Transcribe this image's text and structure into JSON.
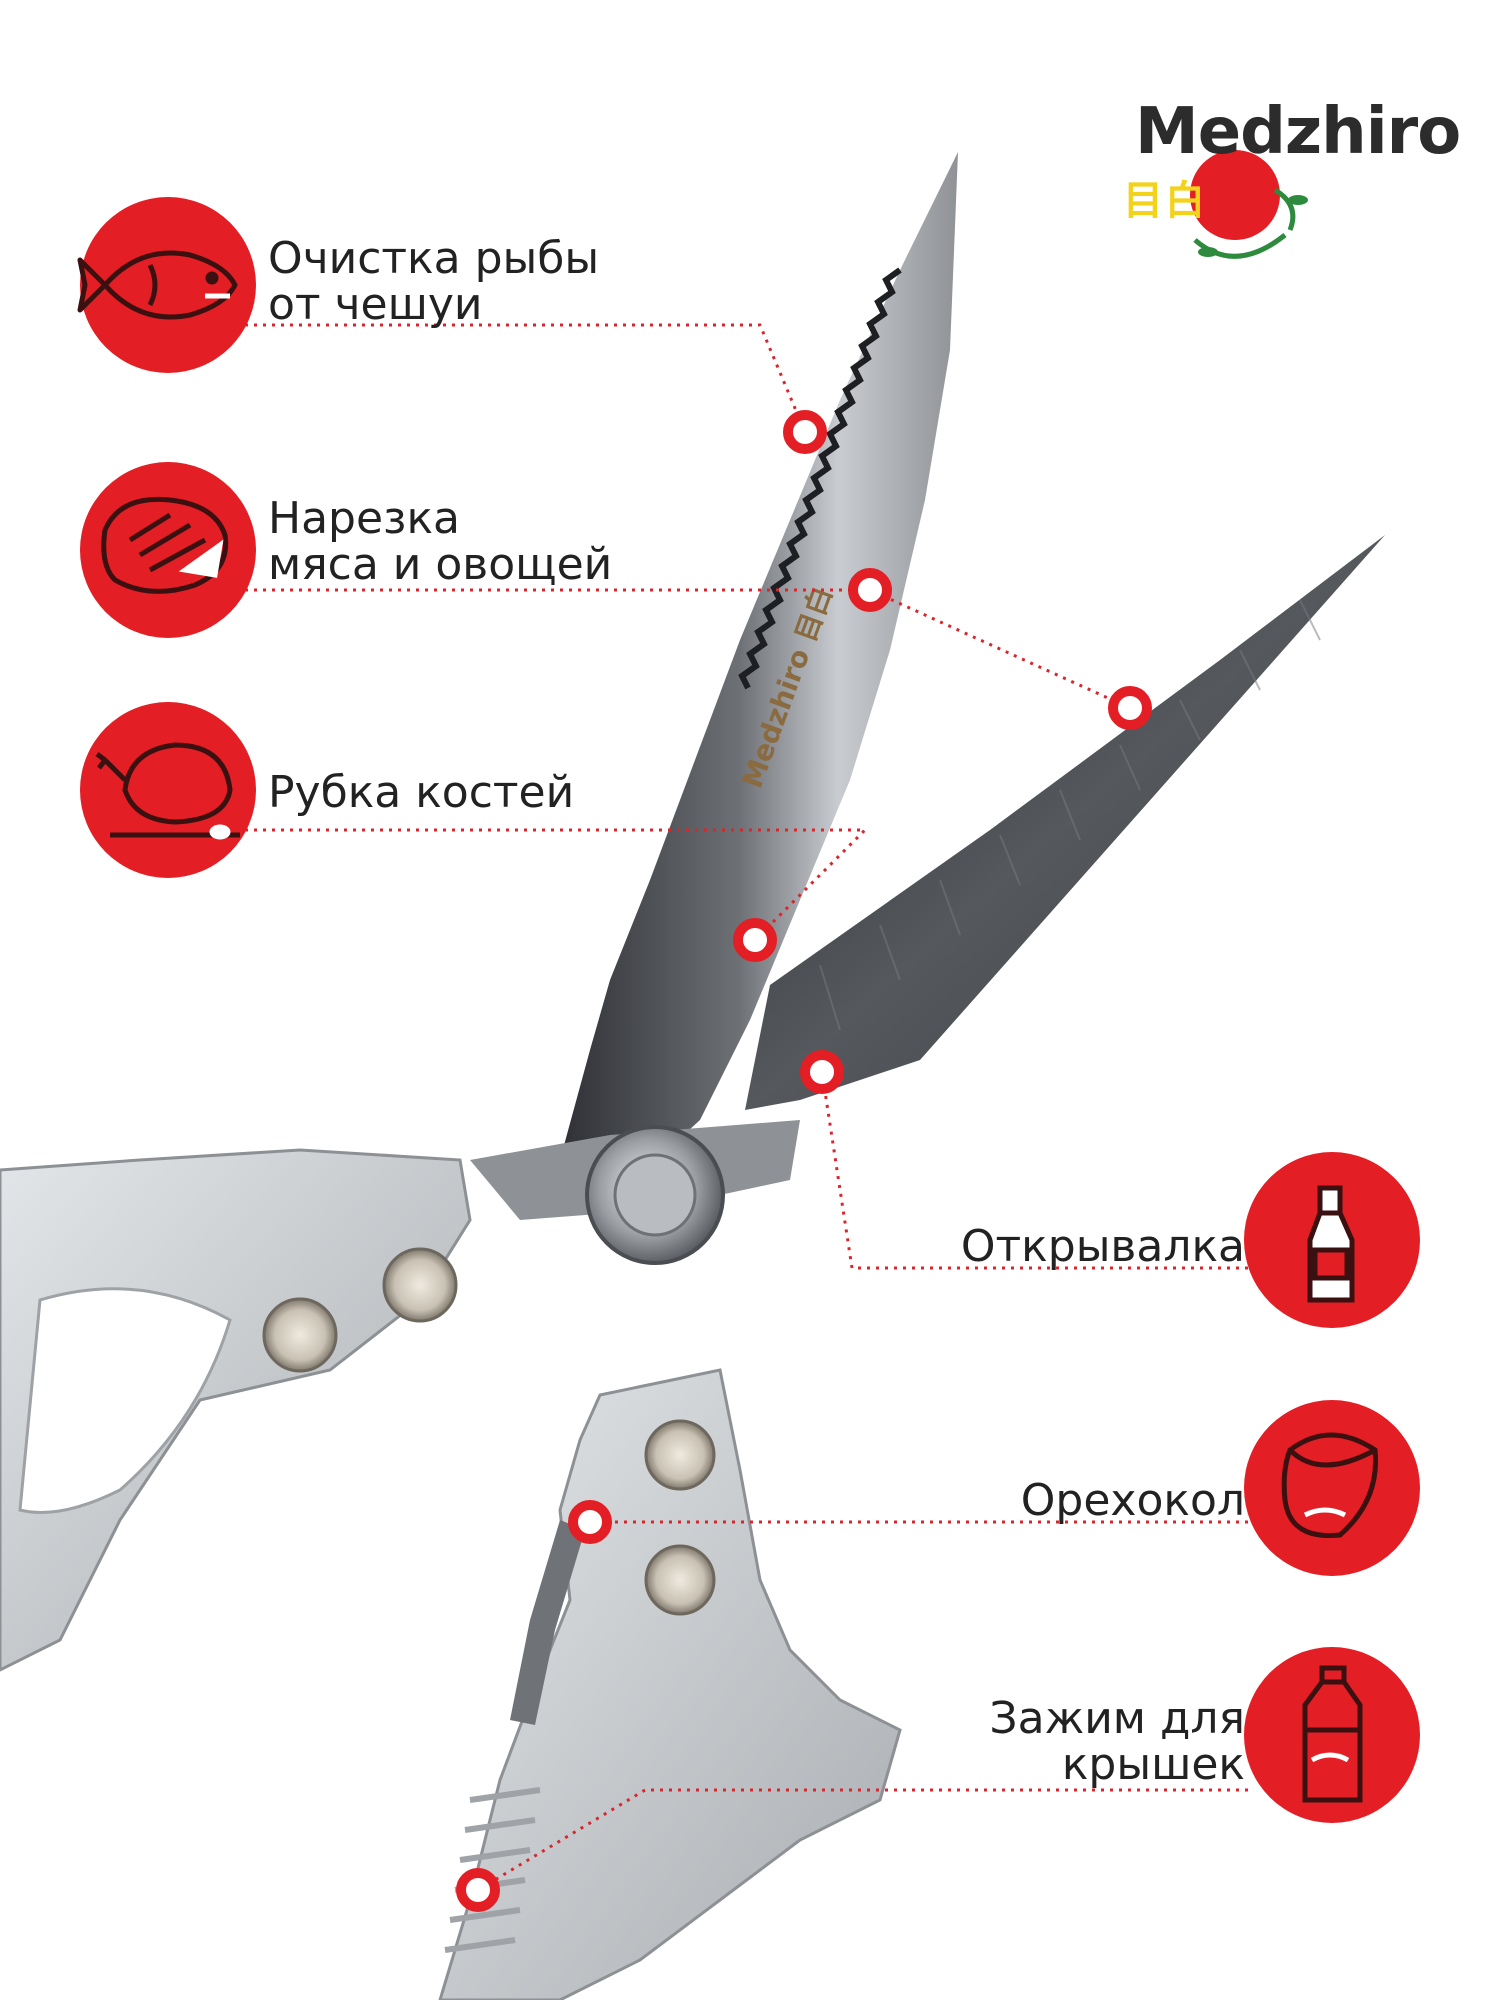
{
  "brand": {
    "name": "Medzhiro",
    "kanji": "目白",
    "blade_engraving": "Medzhiro 目白"
  },
  "features": [
    {
      "id": "fish-scaler",
      "lines": [
        "Очистка рыбы",
        "от чешуи"
      ],
      "icon": "fish-icon"
    },
    {
      "id": "meat-veg",
      "lines": [
        "Нарезка",
        "мяса и овощей"
      ],
      "icon": "steak-icon"
    },
    {
      "id": "bone-chop",
      "lines": [
        "Рубка костей"
      ],
      "icon": "chicken-icon"
    },
    {
      "id": "bottle-opener",
      "lines": [
        "Открывалка"
      ],
      "icon": "bottle-icon"
    },
    {
      "id": "nutcracker",
      "lines": [
        "Орехокол"
      ],
      "icon": "nut-icon"
    },
    {
      "id": "cap-grip",
      "lines": [
        "Зажим для",
        "крышек"
      ],
      "icon": "plastic-bottle-icon"
    }
  ],
  "colors": {
    "accent": "#e31e24",
    "blade": "#4a4d52",
    "handle": "#c9cdd1",
    "text": "#222222"
  }
}
